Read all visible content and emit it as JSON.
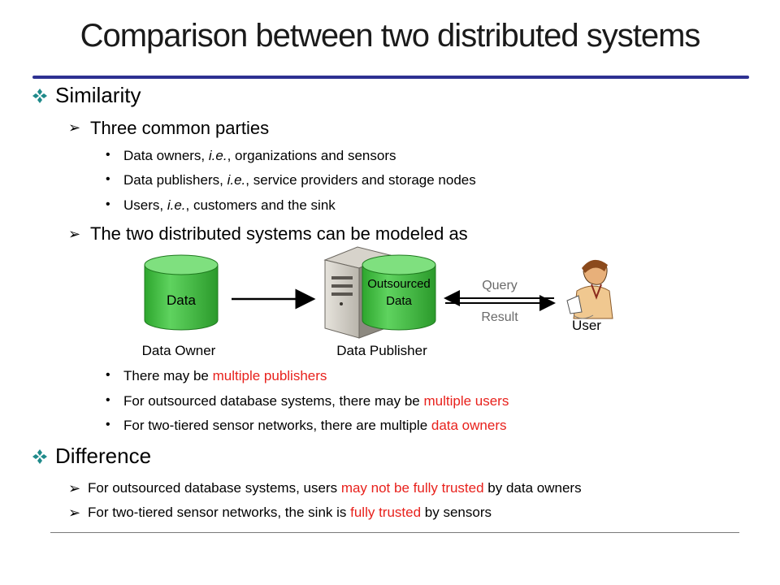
{
  "title": "Comparison between two distributed systems",
  "colors": {
    "accent_rule": "#2e3192",
    "highlight": "#e8211c",
    "bullet_teal": "#1f8a8a",
    "cylinder_green": "#3ec03e"
  },
  "similarity": {
    "heading": "Similarity",
    "parties": {
      "heading": "Three common parties",
      "items": [
        {
          "pre": "Data owners, ",
          "em": "i.e.",
          "post": ", organizations and sensors"
        },
        {
          "pre": "Data publishers, ",
          "em": "i.e.",
          "post": ", service providers and storage nodes"
        },
        {
          "pre": "Users, ",
          "em": "i.e.",
          "post": ", customers and the sink"
        }
      ]
    },
    "model": {
      "heading": "The two distributed systems can be modeled as",
      "notes": [
        {
          "pre": "There may be ",
          "hl": "multiple publishers",
          "post": ""
        },
        {
          "pre": "For outsourced database systems, there may be ",
          "hl": "multiple users",
          "post": ""
        },
        {
          "pre": "For two-tiered sensor networks, there are multiple ",
          "hl": "data owners",
          "post": ""
        }
      ]
    }
  },
  "diagram": {
    "owner_db_label": "Data",
    "owner_caption": "Data Owner",
    "publisher_db_label_1": "Outsourced",
    "publisher_db_label_2": "Data",
    "publisher_caption": "Data Publisher",
    "query_label": "Query",
    "result_label": "Result",
    "user_caption": "User"
  },
  "difference": {
    "heading": "Difference",
    "items": [
      {
        "pre": "For outsourced database systems, users ",
        "hl": "may not be fully trusted",
        "post": " by data owners"
      },
      {
        "pre": "For two-tiered sensor networks, the sink is ",
        "hl": "fully trusted",
        "post": " by sensors"
      }
    ]
  }
}
